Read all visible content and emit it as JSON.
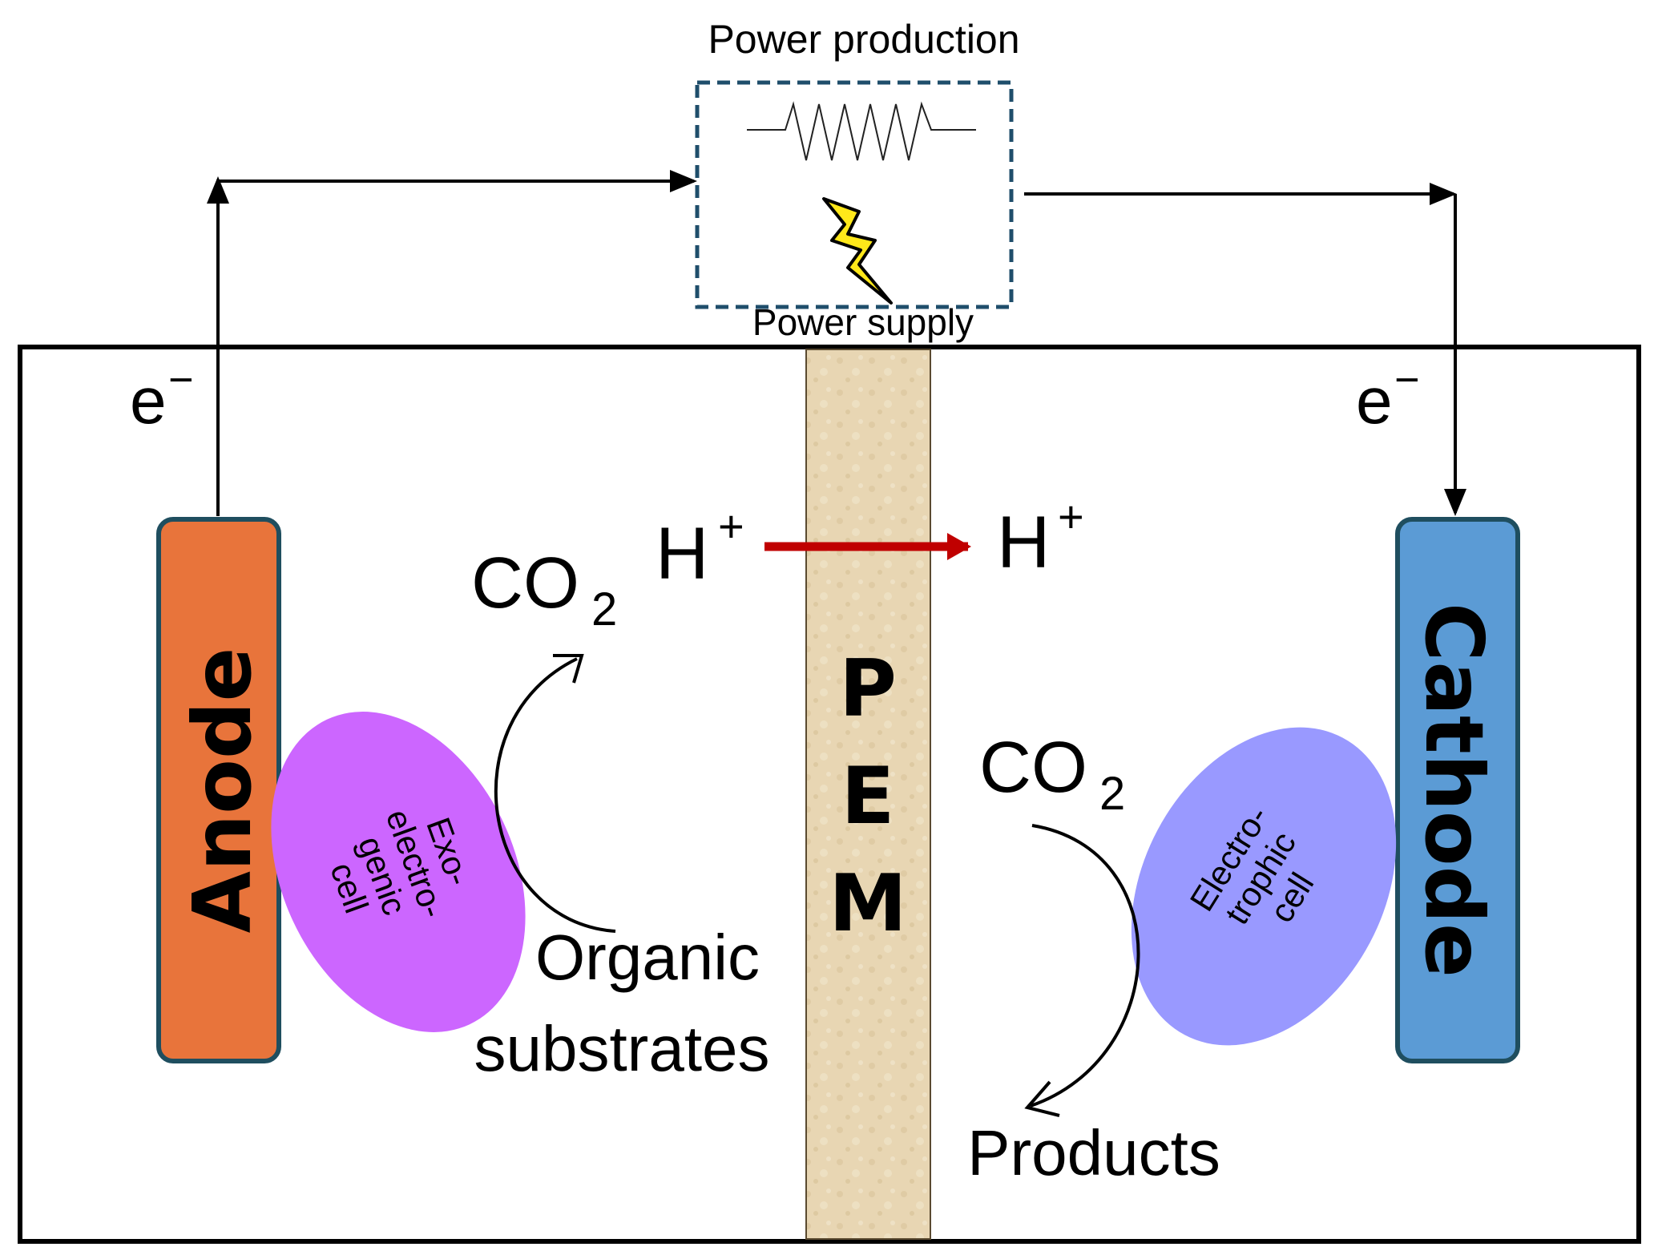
{
  "power_box": {
    "top_label": "Power production",
    "bottom_label": "Power supply"
  },
  "electrons": {
    "left": "e",
    "right": "e",
    "charge": "−"
  },
  "electrodes": {
    "anode": "Anode",
    "cathode": "Cathode"
  },
  "membrane": {
    "letters": [
      "P",
      "E",
      "M"
    ]
  },
  "protons": {
    "left": "H",
    "right": "H",
    "charge": "+"
  },
  "anode_side": {
    "co2_main": "CO",
    "co2_sub": "2",
    "cell_lines": [
      "Exo-",
      "electro-",
      "genic",
      "cell"
    ],
    "substrate_lines": [
      "Organic",
      "substrates"
    ]
  },
  "cathode_side": {
    "co2_main": "CO",
    "co2_sub": "2",
    "cell_lines": [
      "Electro-",
      "trophic",
      "cell"
    ],
    "products": "Products"
  },
  "colors": {
    "anode": "#E8743B",
    "cathode": "#5B9BD5",
    "electrode_border": "#1F4E5F",
    "pem": "#E8D6B3",
    "exo_cell": "#CC66FF",
    "electro_cell": "#9999FF",
    "proton_arrow": "#C00000",
    "power_box_border": "#1F4E6B",
    "bolt": "#FFE81A"
  }
}
